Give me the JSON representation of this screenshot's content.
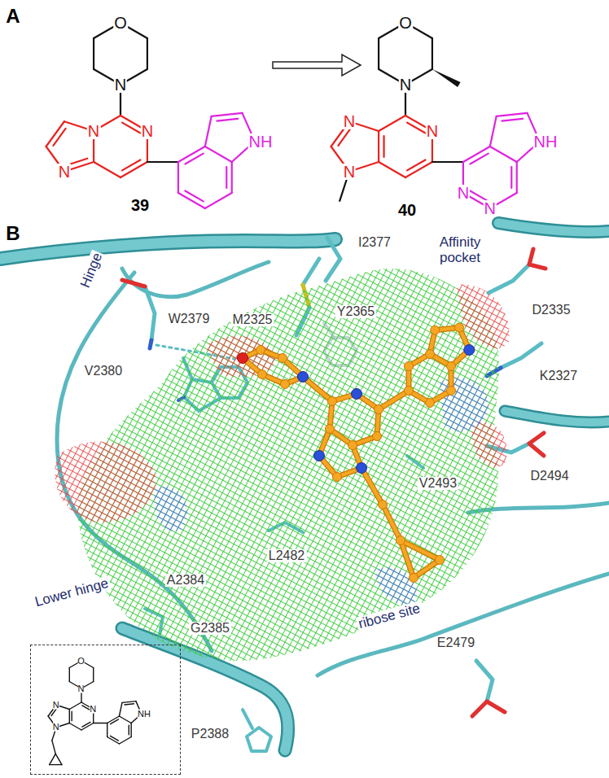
{
  "diagram": {
    "nodes": [
      {
        "text": [
          "O",
          "N",
          "N",
          "N",
          "N",
          "NH"
        ]
      }
    ],
    "labels": [
      "A",
      "O",
      "N",
      "N",
      "N",
      "N",
      "NH",
      "39",
      "O",
      "N",
      "N",
      "N",
      "N",
      "NH",
      "N",
      "N",
      "40",
      "B",
      "I2377",
      "Affinity pocket",
      "Hinge",
      "W2379",
      "M2325",
      "Y2365",
      "D2335",
      "V2380",
      "K2327",
      "D2494",
      "V2493",
      "L2482",
      "Lower hinge",
      "A2384",
      "G2385",
      "ribose site",
      "E2479",
      "P2388"
    ]
  }
}
